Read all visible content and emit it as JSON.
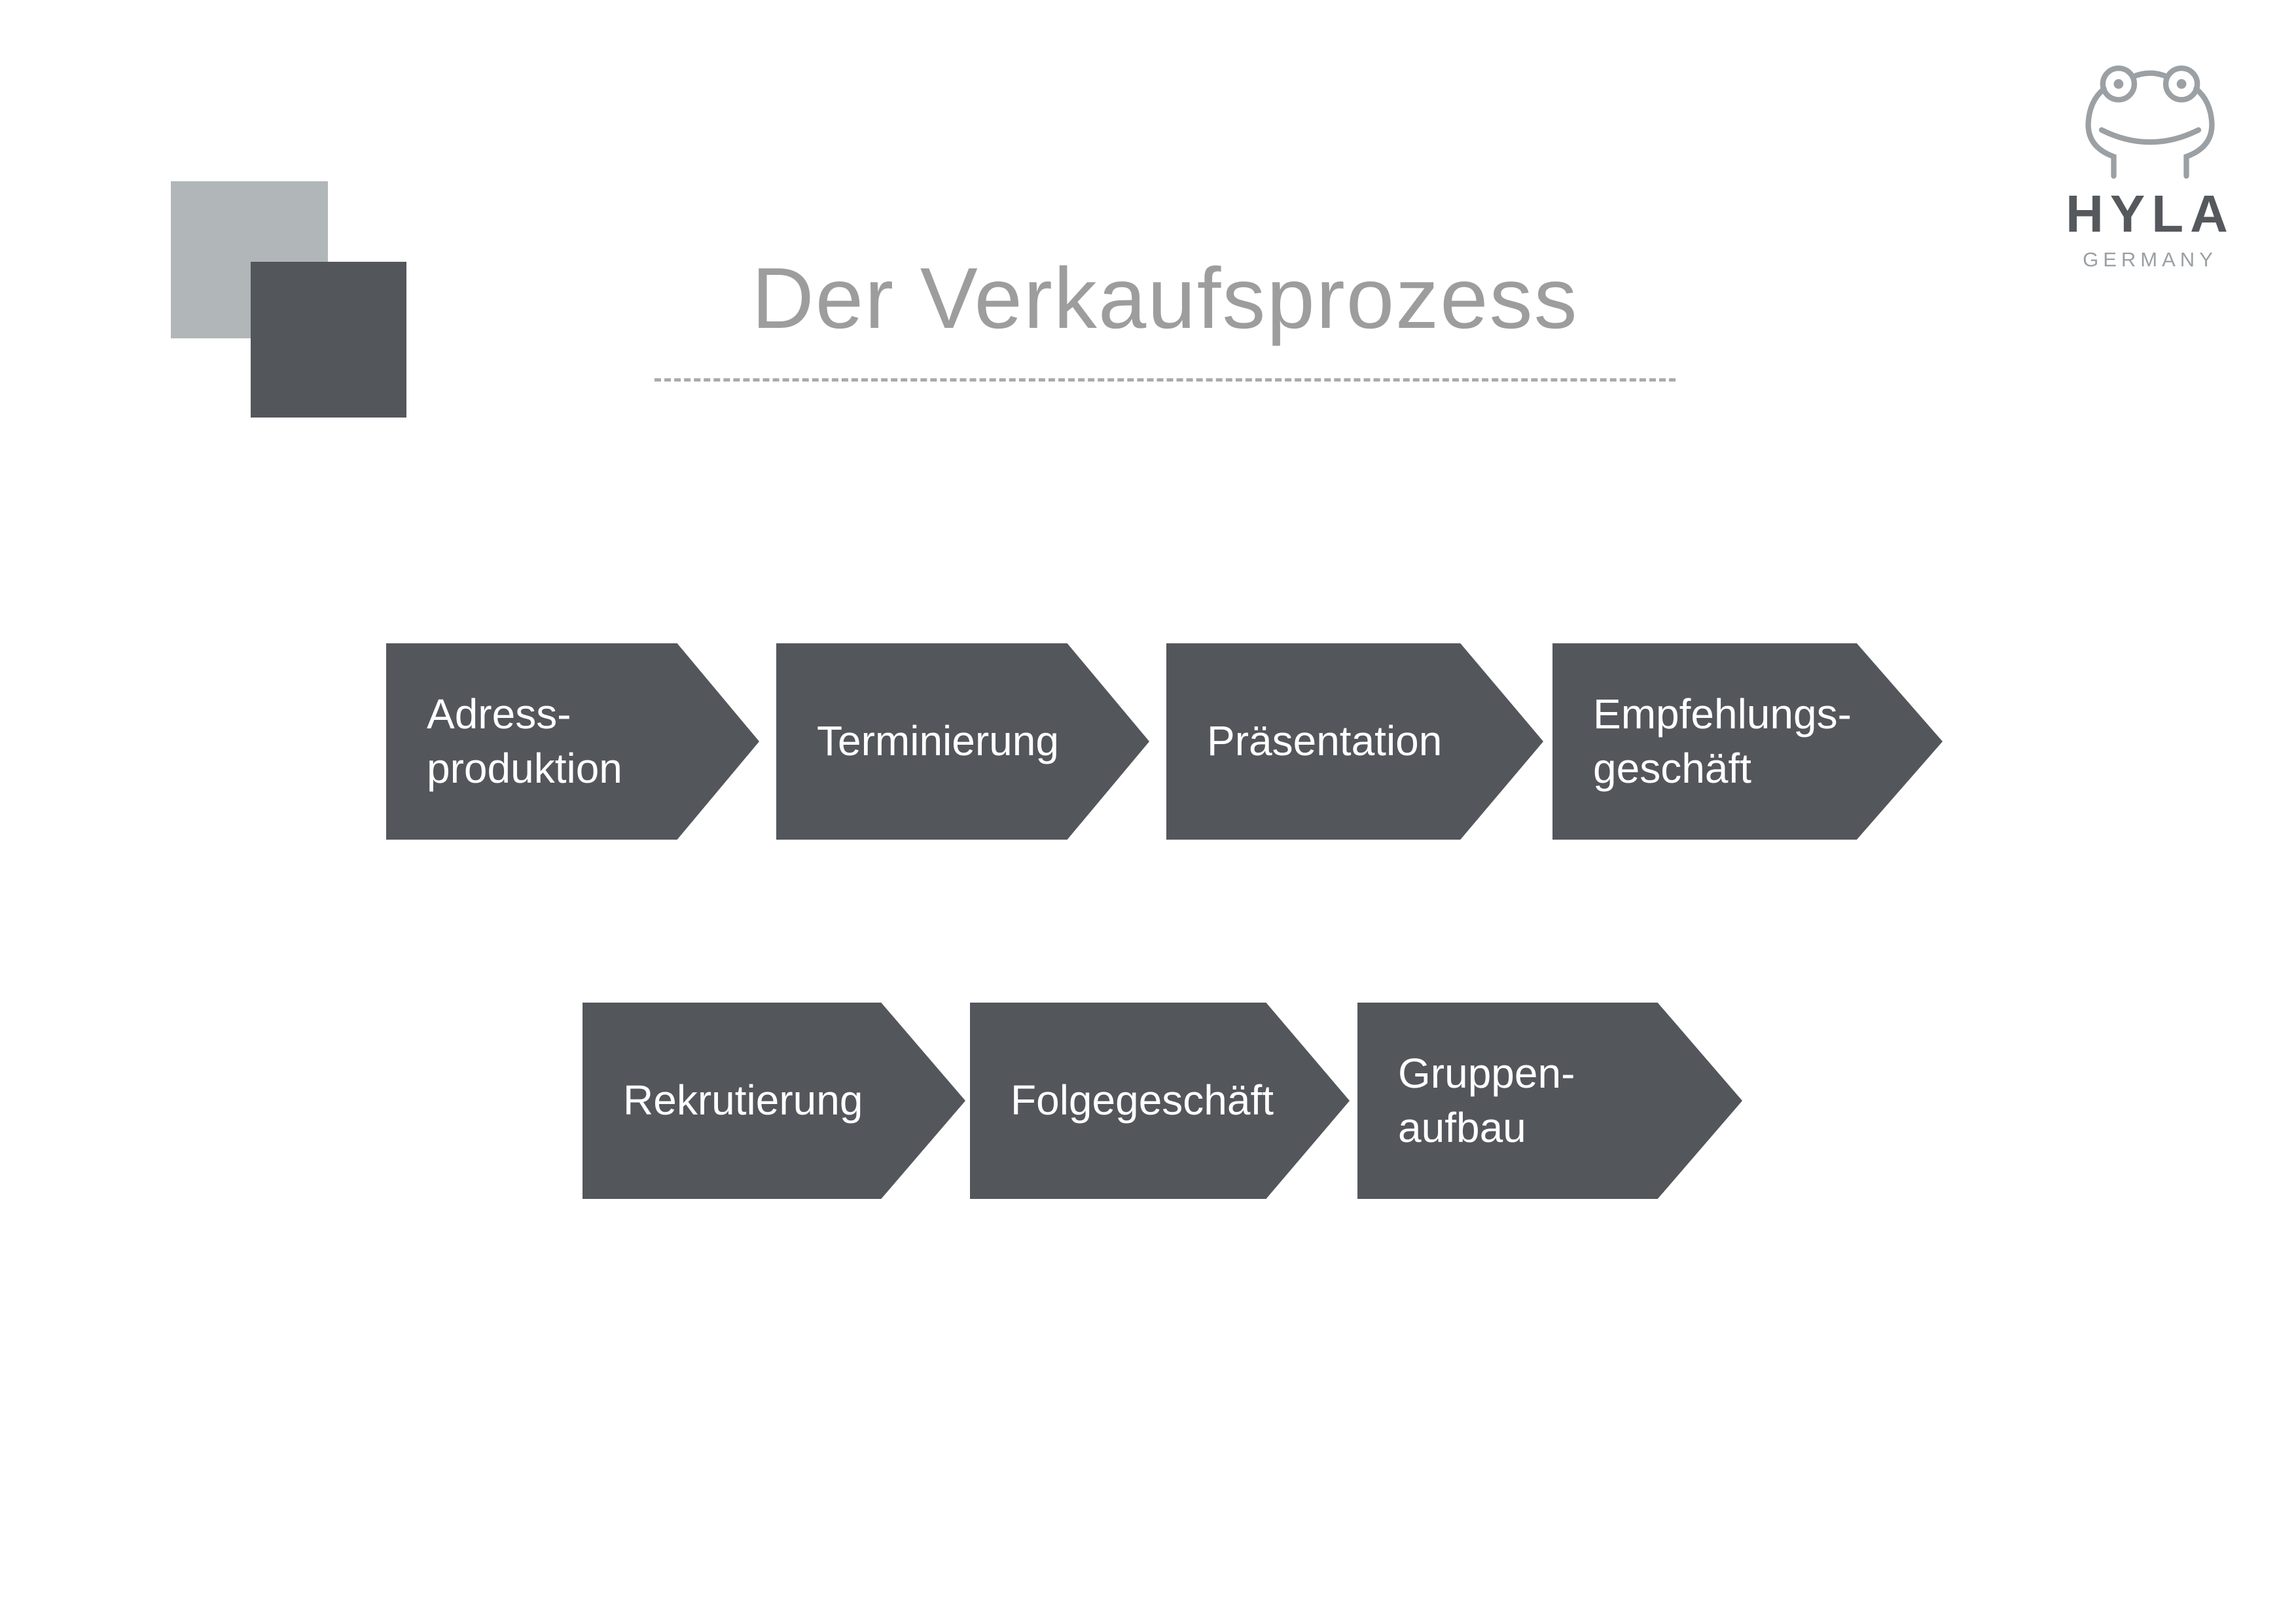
{
  "title": "Der Verkaufsprozess",
  "logo": {
    "brand": "HYLA",
    "country": "GERMANY"
  },
  "colors": {
    "arrow": "#53575c",
    "square_light": "#b1b6b9",
    "square_dark": "#53575c",
    "title": "#9d9d9d"
  },
  "process": {
    "row1": [
      {
        "label": "Adress-\nproduktion"
      },
      {
        "label": "Terminierung"
      },
      {
        "label": "Präsentation"
      },
      {
        "label": "Empfehlungs-\ngeschäft"
      }
    ],
    "row2": [
      {
        "label": "Rekrutierung"
      },
      {
        "label": "Folgegeschäft"
      },
      {
        "label": "Gruppen-\naufbau"
      }
    ]
  }
}
